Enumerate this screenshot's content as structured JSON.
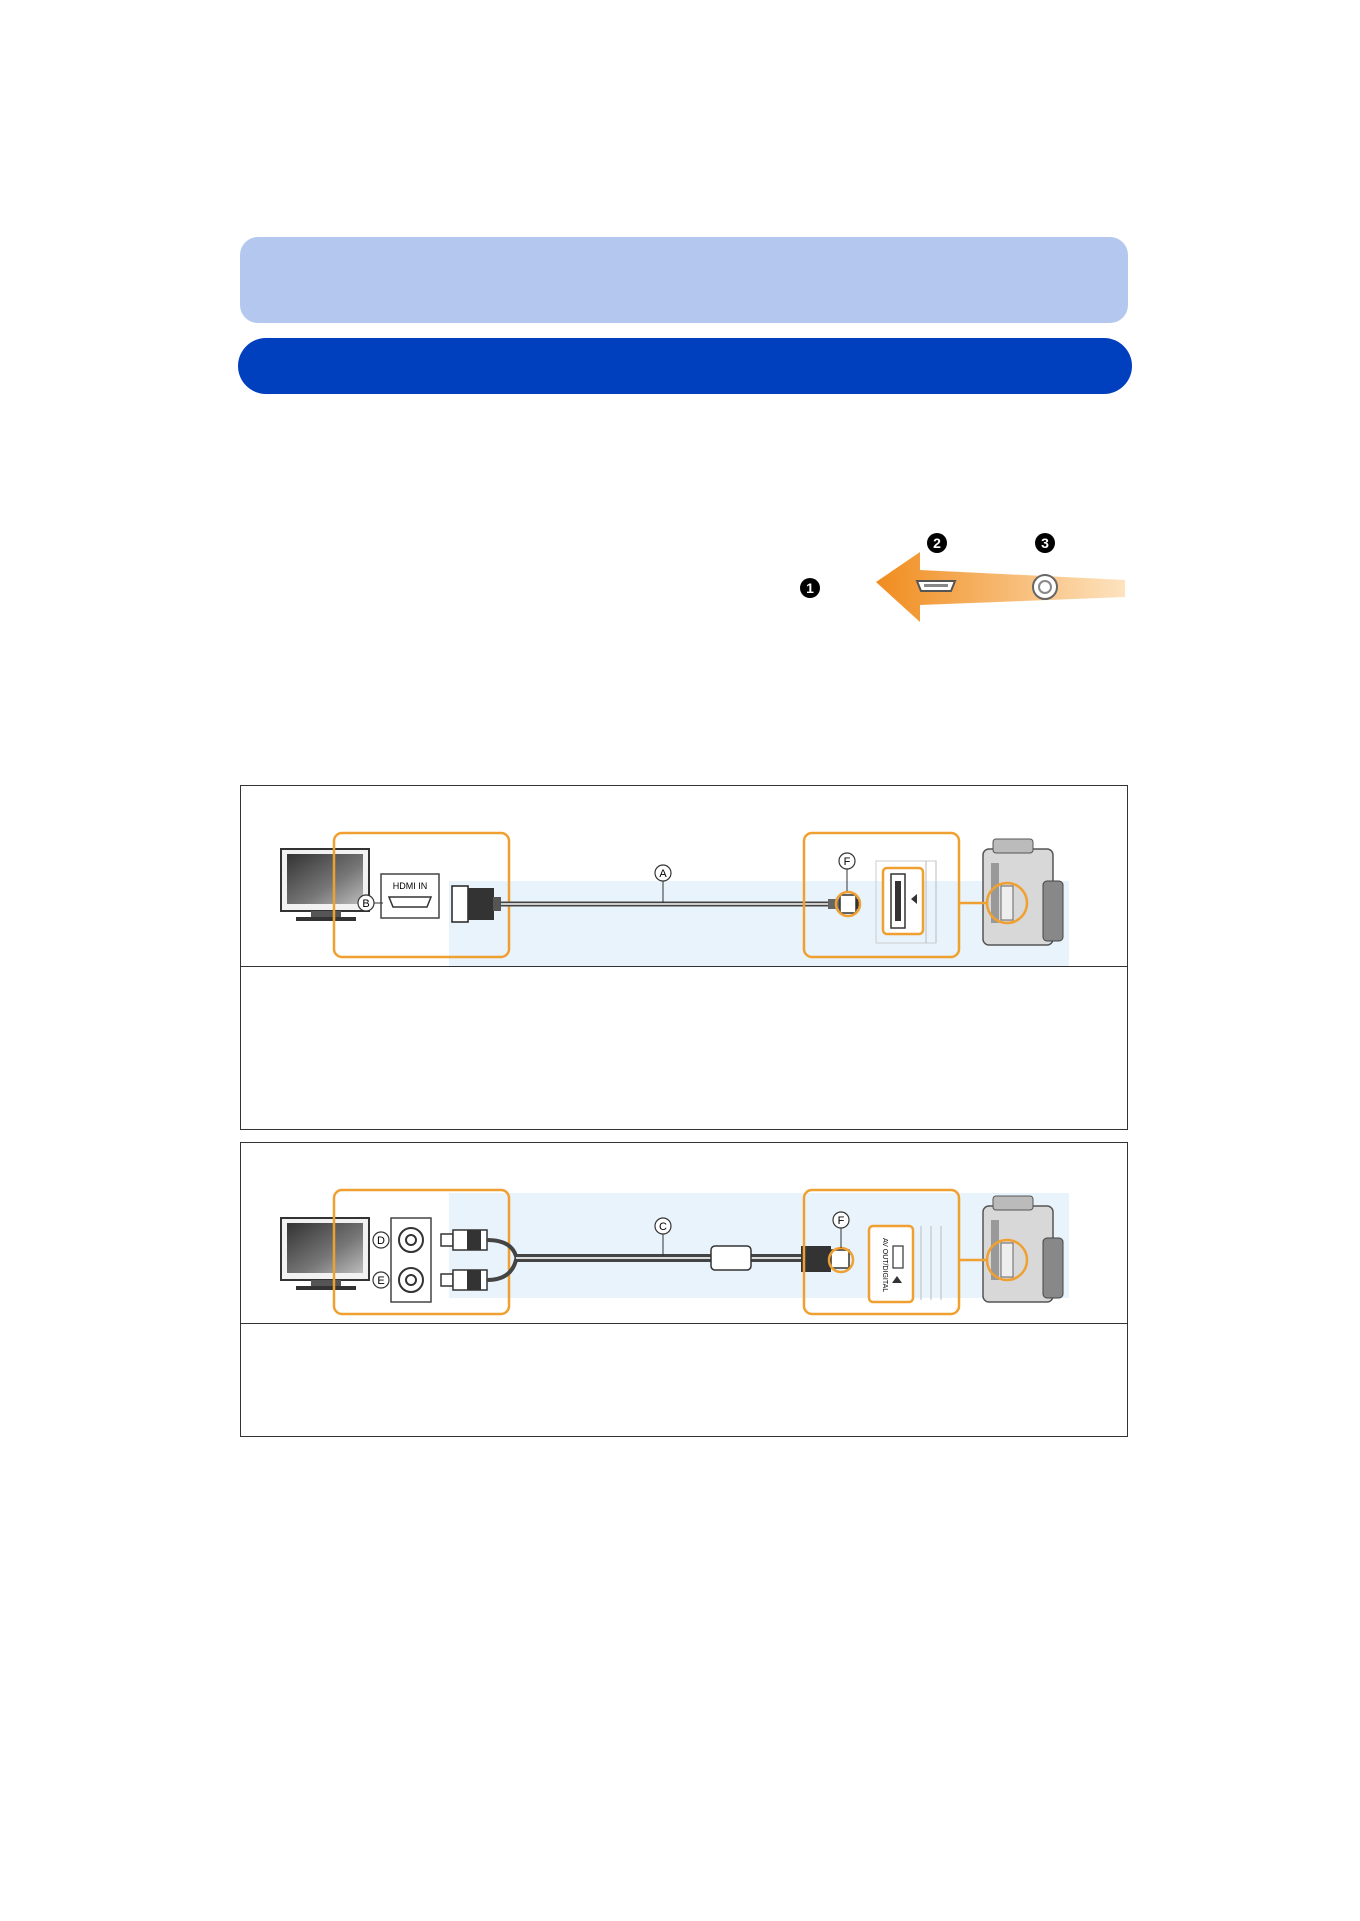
{
  "priority_graphic": {
    "markers": [
      "1",
      "2",
      "3"
    ],
    "colors": {
      "arrow": "#f29a2e",
      "arrow_light": "#fbd9a8",
      "marker": "#000000"
    },
    "icons": [
      "hdmi-port-icon",
      "av-port-icon"
    ]
  },
  "hdmi_diagram": {
    "callouts": {
      "cable": "A",
      "tv_port": "B",
      "camera_port": "F"
    },
    "tv_port_label": "HDMI IN",
    "colors": {
      "frame": "#f0a030",
      "background": "#e8f3fb"
    }
  },
  "av_diagram": {
    "callouts": {
      "cable": "C",
      "video_jack": "D",
      "audio_jack": "E",
      "camera_port": "F"
    },
    "camera_port_label": "AV OUT/DIGITAL",
    "colors": {
      "frame": "#f0a030",
      "background": "#e8f3fb"
    }
  },
  "theme": {
    "banner_light": "#b3c7ef",
    "banner_dark": "#0040bf"
  }
}
